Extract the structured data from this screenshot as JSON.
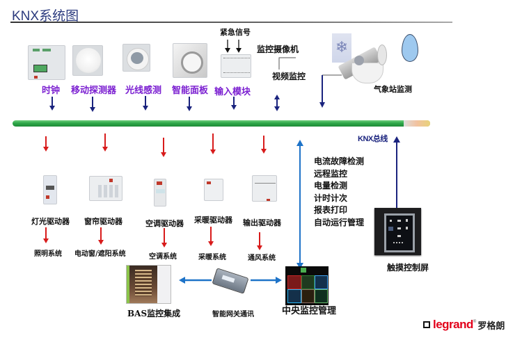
{
  "title": "KNX系统图",
  "colors": {
    "title": "#2b3a7e",
    "sensor_label": "#7b1fd1",
    "bus_arrow": "#1a237e",
    "actuator_arrow": "#d81b1b",
    "control_arrow": "#1e73c8",
    "bus_green": "#2fa84a",
    "brand_red": "#e2001a"
  },
  "top": {
    "emergency_signal": "紧急信号",
    "surveillance_camera": "监控摄像机",
    "video_monitoring": "视频监控",
    "weather_station": "气象站监测",
    "sensors": [
      {
        "label": "时钟"
      },
      {
        "label": "移动探测器"
      },
      {
        "label": "光线感测"
      },
      {
        "label": "智能面板"
      },
      {
        "label": "输入模块"
      }
    ]
  },
  "bus": {
    "label": "KNX总线"
  },
  "actuators": [
    {
      "label": "灯光驱动器",
      "system": "照明系统"
    },
    {
      "label": "窗帘驱动器",
      "system": "电动窗/遮阳系统"
    },
    {
      "label": "空调驱动器",
      "system": "空调系统"
    },
    {
      "label": "采暖驱动器",
      "system": "采暖系统"
    },
    {
      "label": "输出驱动器",
      "system": "通风系统"
    }
  ],
  "features": [
    "电流故障检测",
    "远程监控",
    "电量检测",
    "计时计次",
    "报表打印",
    "自动运行管理"
  ],
  "bottom": {
    "bas": "BAS监控集成",
    "gateway": "智能网关通讯",
    "central": "中央监控管理",
    "touchscreen": "触摸控制屏"
  },
  "brand": {
    "name": "legrand",
    "registered": "®",
    "cn_name": "罗格朗"
  }
}
